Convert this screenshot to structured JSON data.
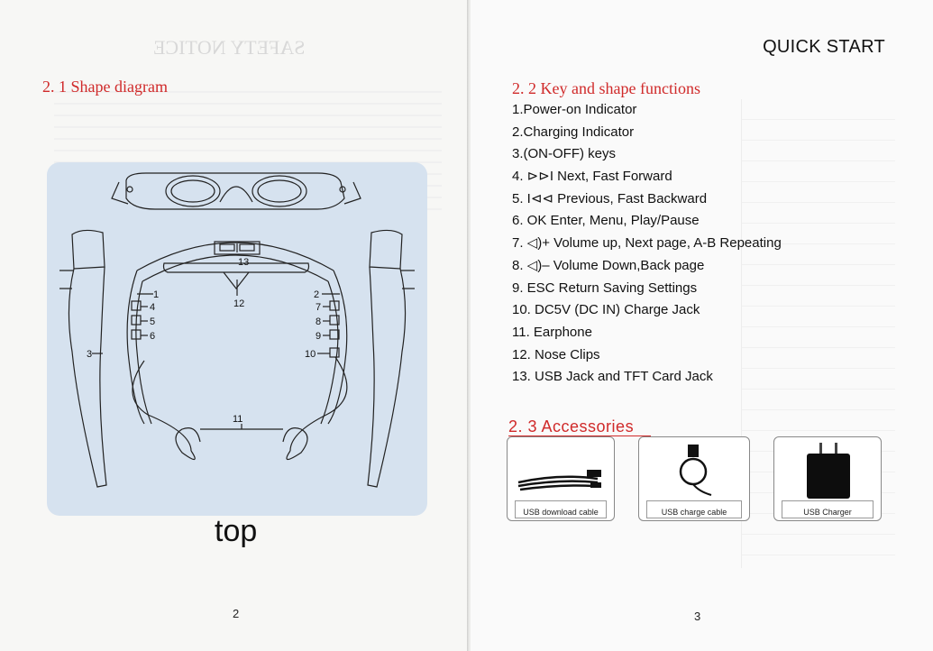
{
  "left_page": {
    "section_title": "2. 1  Shape diagram",
    "caption": "top",
    "page_number": "2",
    "callouts": [
      "1",
      "2",
      "3",
      "4",
      "5",
      "6",
      "7",
      "8",
      "9",
      "10",
      "11",
      "12",
      "13"
    ]
  },
  "right_page": {
    "header": "QUICK START",
    "section_title": "2. 2  Key and shape functions",
    "functions": [
      "1.Power-on Indicator",
      "2.Charging Indicator",
      "3.(ON-OFF) keys",
      "4. ⊳⊳I Next, Fast Forward",
      "5. I⊲⊲ Previous, Fast  Backward",
      "6. OK  Enter, Menu, Play/Pause",
      "7. ◁)+ Volume up, Next page, A-B  Repeating",
      "8. ◁)– Volume Down,Back  page",
      "9. ESC  Return  Saving Settings",
      "10. DC5V (DC IN) Charge Jack",
      "11. Earphone",
      "12. Nose Clips",
      "13. USB Jack and TFT Card Jack"
    ],
    "accessories_title": "2. 3  Accessories",
    "accessories": [
      {
        "label": "USB download cable"
      },
      {
        "label": "USB charge cable"
      },
      {
        "label": "USB Charger"
      }
    ],
    "page_number": "3"
  }
}
